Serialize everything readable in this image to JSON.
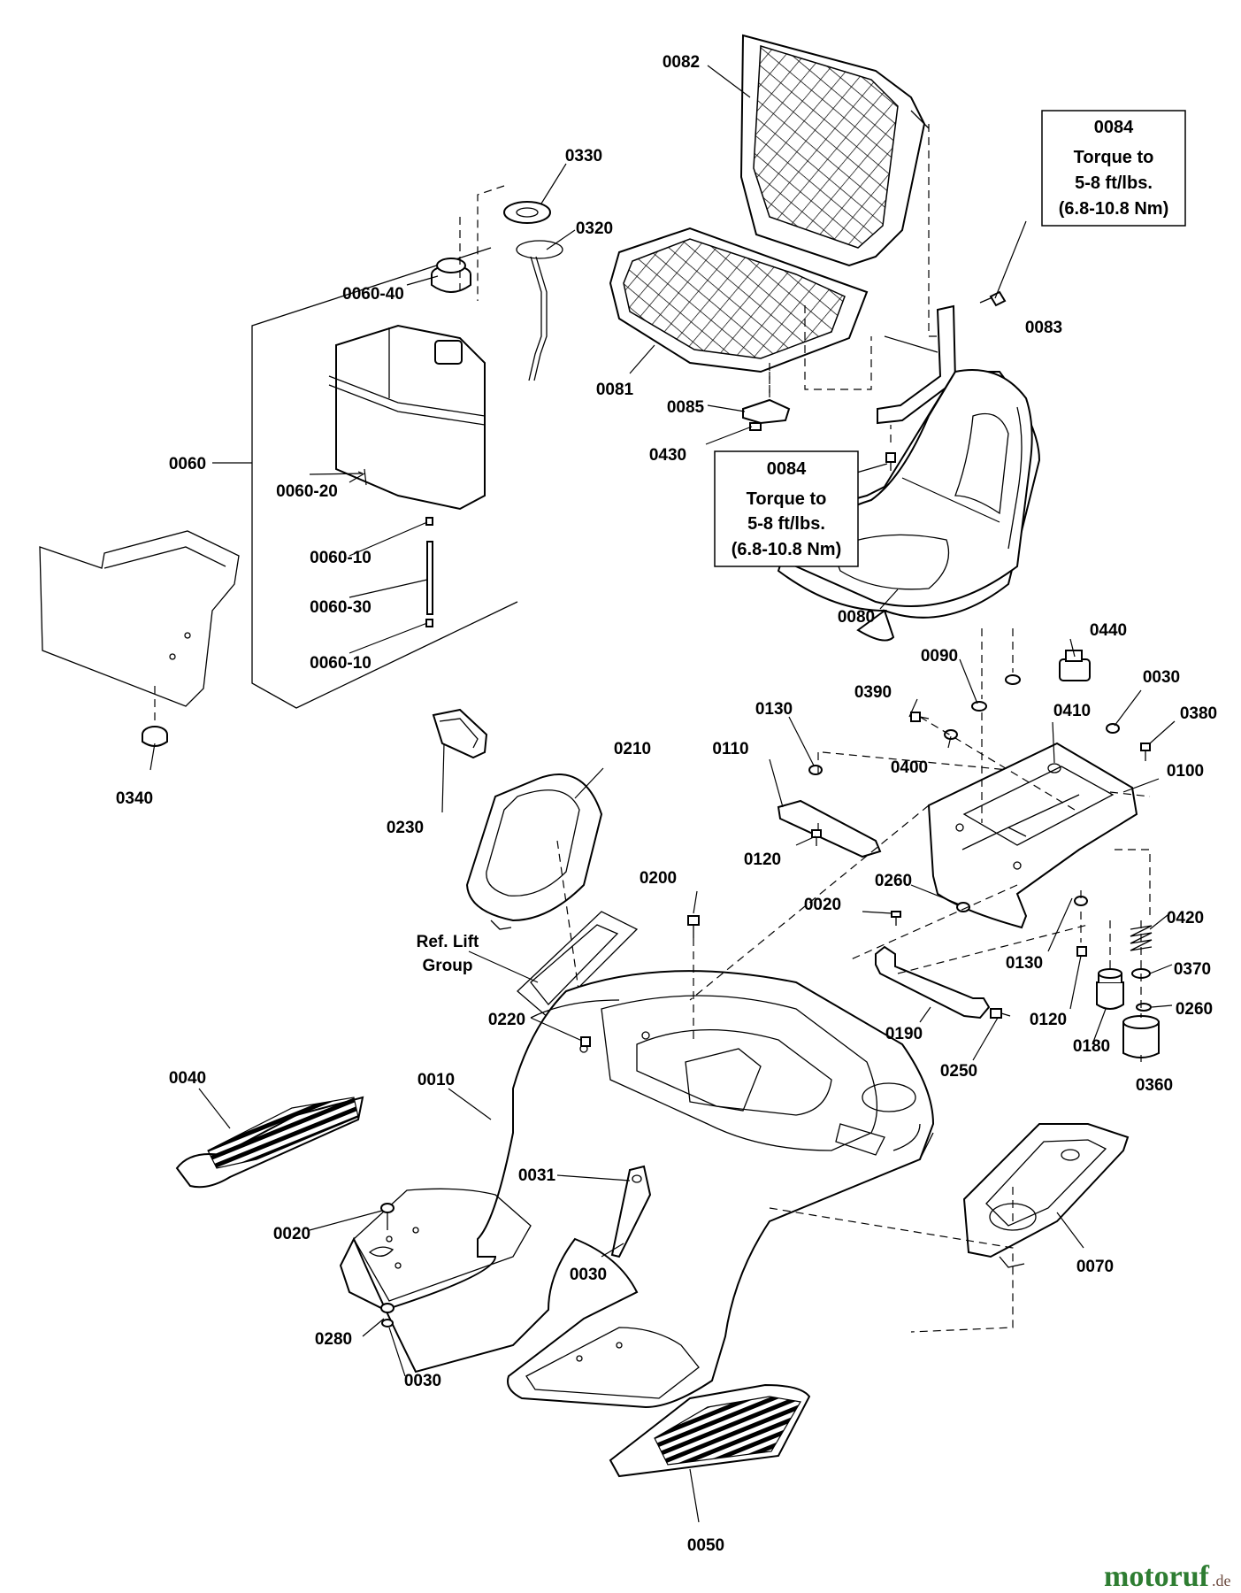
{
  "parts": {
    "p0010": "0010",
    "p0020a": "0020",
    "p0020b": "0020",
    "p0030a": "0030",
    "p0030b": "0030",
    "p0030c": "0030",
    "p0031": "0031",
    "p0040": "0040",
    "p0050": "0050",
    "p0060": "0060",
    "p0060_10a": "0060-10",
    "p0060_10b": "0060-10",
    "p0060_20": "0060-20",
    "p0060_30": "0060-30",
    "p0060_40": "0060-40",
    "p0070": "0070",
    "p0080": "0080",
    "p0081": "0081",
    "p0082": "0082",
    "p0083": "0083",
    "p0085": "0085",
    "p0090": "0090",
    "p0100": "0100",
    "p0110": "0110",
    "p0120a": "0120",
    "p0120b": "0120",
    "p0130a": "0130",
    "p0130b": "0130",
    "p0180": "0180",
    "p0190": "0190",
    "p0200": "0200",
    "p0210": "0210",
    "p0220": "0220",
    "p0230": "0230",
    "p0250": "0250",
    "p0260a": "0260",
    "p0260b": "0260",
    "p0280": "0280",
    "p0320": "0320",
    "p0330": "0330",
    "p0340": "0340",
    "p0360": "0360",
    "p0370": "0370",
    "p0380": "0380",
    "p0390": "0390",
    "p0400": "0400",
    "p0410": "0410",
    "p0420": "0420",
    "p0430": "0430",
    "p0440": "0440"
  },
  "ref_lift": {
    "line1": "Ref. Lift",
    "line2": "Group"
  },
  "torque_box_top": {
    "part": "0084",
    "line1": "Torque to",
    "line2": "5-8 ft/lbs.",
    "line3": "(6.8-10.8 Nm)"
  },
  "torque_box_mid": {
    "part": "0084",
    "line1": "Torque to",
    "line2": "5-8 ft/lbs.",
    "line3": "(6.8-10.8 Nm)"
  },
  "watermark": {
    "brand": "motoruf",
    "suffix": ".de"
  }
}
